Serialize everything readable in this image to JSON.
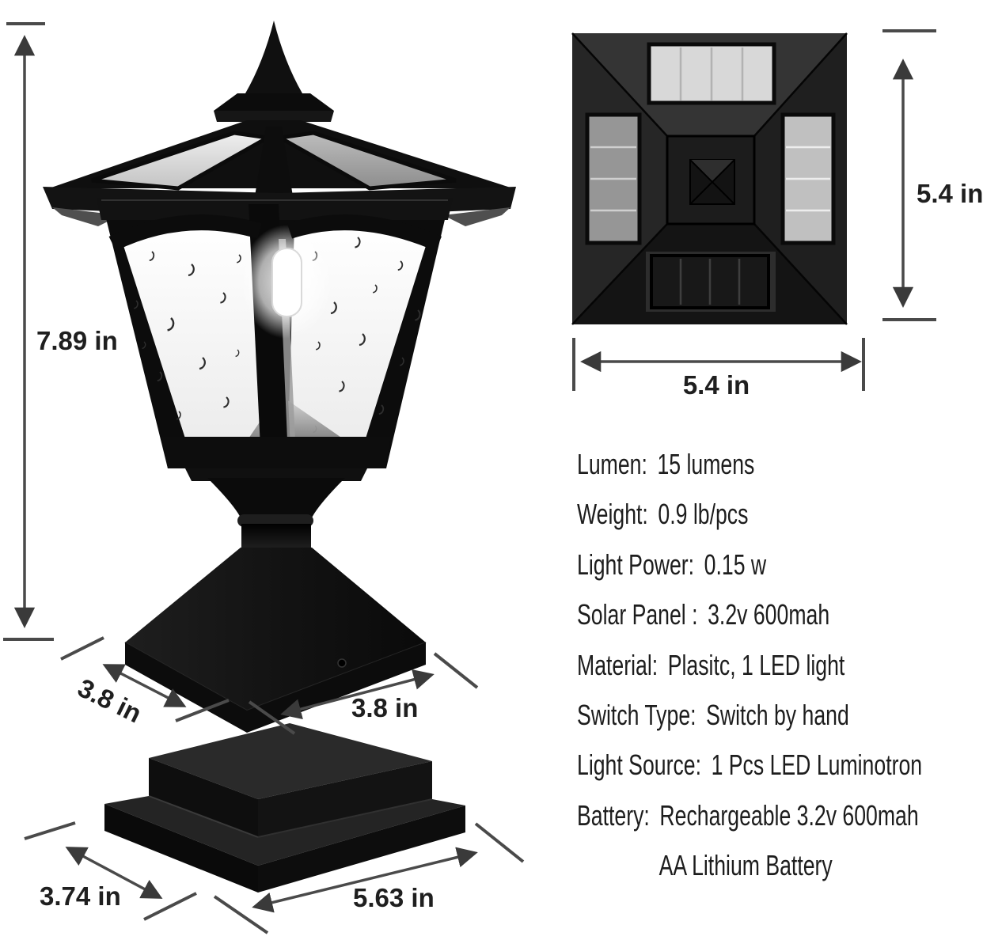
{
  "dimensions": {
    "lamp_height": "7.89 in",
    "cap_depth": "3.8 in",
    "cap_width": "3.8 in",
    "adapter_depth": "3.74 in",
    "adapter_width": "5.63 in",
    "top_view_height": "5.4 in",
    "top_view_width": "5.4 in"
  },
  "specs": [
    {
      "label": "Lumen:",
      "value": "15 lumens"
    },
    {
      "label": "Weight:",
      "value": "0.9 lb/pcs"
    },
    {
      "label": "Light Power:",
      "value": "0.15 w"
    },
    {
      "label": "Solar Panel :",
      "value": "3.2v 600mah"
    },
    {
      "label": "Material:",
      "value": "Plasitc, 1 LED light"
    },
    {
      "label": "Switch Type:",
      "value": "Switch by hand"
    },
    {
      "label": "Light Source:",
      "value": "1 Pcs LED Luminotron"
    },
    {
      "label": "Battery:",
      "value": "Rechargeable 3.2v 600mah"
    },
    {
      "label": "",
      "value": "AA Lithium Battery"
    }
  ],
  "colors": {
    "background": "#ffffff",
    "product_black": "#0d0d0d",
    "dimension_line": "#4a4a4a",
    "text": "#1d1d1d",
    "solar_panel_light": "#d8d8d8",
    "solar_panel_mid": "#969696",
    "solar_panel_soft": "#c0c0c0",
    "solar_panel_dark": "#181818"
  }
}
